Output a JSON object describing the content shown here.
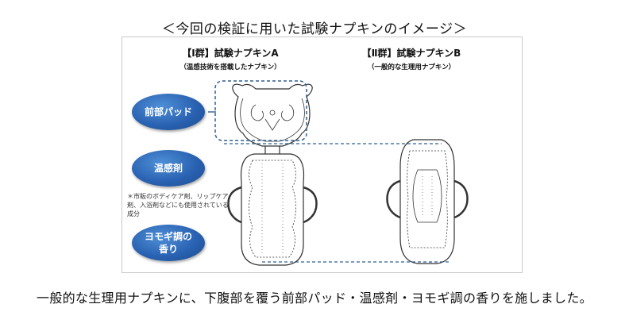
{
  "title": "＜今回の検証に用いた試験ナプキンのイメージ＞",
  "group1": {
    "heading": "【Ⅰ群】試験ナプキンA",
    "sub": "（温感技術を搭載したナプキン）"
  },
  "group2": {
    "heading": "【Ⅱ群】試験ナプキンB",
    "sub": "（一般的な生理用ナプキン）"
  },
  "labels": {
    "front_pad": "前部パッド",
    "warming_agent": "温感剤",
    "yomogi": "ヨモギ調の\n香り"
  },
  "note": "＊市販のボディケア剤、リップケア剤、入浴剤などにも使用されている成分",
  "caption": "一般的な生理用ナプキンに、下腹部を覆う前部パッド・温感剤・ヨモギ調の香りを施しました。",
  "colors": {
    "pill": "#2a63b3",
    "dash": "#2e5f93"
  }
}
